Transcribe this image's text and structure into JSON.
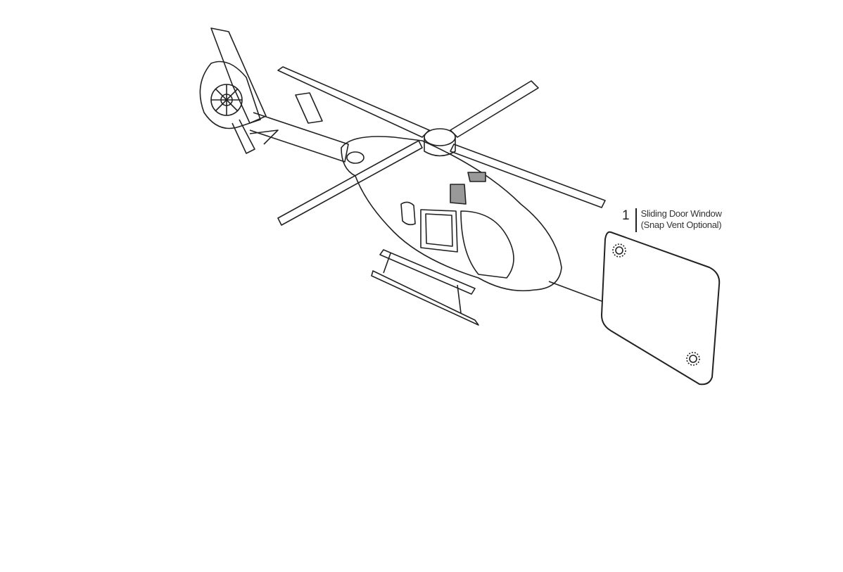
{
  "callout": {
    "number": "1",
    "title": "Sliding Door Window",
    "subtitle": "(Snap Vent Optional)"
  }
}
